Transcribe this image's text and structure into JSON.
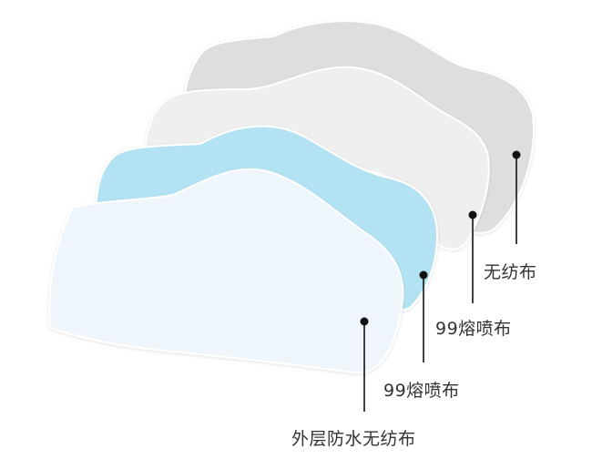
{
  "layers": [
    {
      "label": "外层防水无纺布",
      "color": "#eef6fc"
    },
    {
      "label": "99熔喷布",
      "color": "#b3e3f3"
    },
    {
      "label": "99熔喷布",
      "color": "#efefef"
    },
    {
      "label": "无纺布",
      "color": "#dedede"
    }
  ],
  "colors": {
    "background": "#ffffff",
    "outline": "#ffffff",
    "pointer": "#111111",
    "label_text": "#333333"
  }
}
